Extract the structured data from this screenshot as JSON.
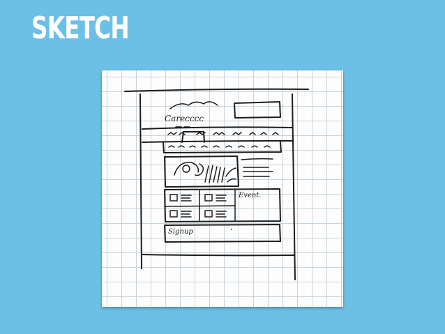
{
  "slide": {
    "title": "SKETCH",
    "background_color": "#6cc0e5",
    "title_color": "#ffffff"
  },
  "sketch": {
    "logo_text": "Carecccc",
    "events_label": "Event.",
    "signup_label": "Signup"
  }
}
